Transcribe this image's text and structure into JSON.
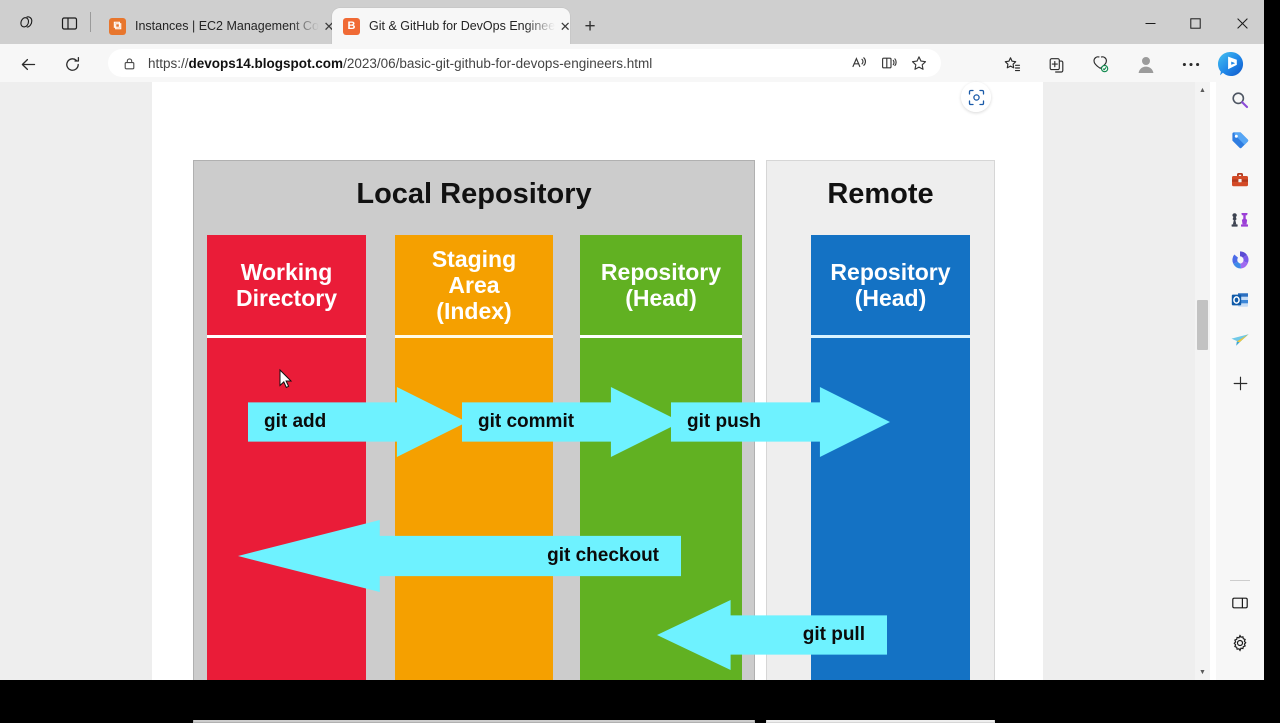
{
  "window": {
    "controls": {
      "minimize": "–",
      "maximize": "▢",
      "close": "✕"
    },
    "copilot_icon": "copilot-icon",
    "splitview_icon": "split-screen-icon"
  },
  "tabs": [
    {
      "title": "Instances | EC2 Management Co",
      "favicon_letter": "⧉",
      "favicon_name": "aws-ec2-favicon",
      "active": false,
      "close": "✕"
    },
    {
      "title": "Git & GitHub for DevOps Enginee",
      "favicon_letter": "B",
      "favicon_name": "blogger-favicon",
      "active": true,
      "close": "✕"
    }
  ],
  "newtab_label": "+",
  "nav": {
    "back_icon": "back-arrow-icon",
    "reload_icon": "reload-icon",
    "lock_icon": "lock-icon",
    "url_prefix": "https://",
    "url_domain": "devops14.blogspot.com",
    "url_path": "/2023/06/basic-git-github-for-devops-engineers.html",
    "url_full": "https://devops14.blogspot.com/2023/06/basic-git-github-for-devops-engineers.html",
    "omnibox_icons": [
      "read-aloud-icon",
      "immersive-reader-icon",
      "add-favorite-icon"
    ],
    "toolbar_icons": [
      "collections-icon",
      "browser-essentials-icon",
      "favorites-icon",
      "profile-icon",
      "settings-and-more-icon",
      "bing-copilot-icon"
    ]
  },
  "sidebar": {
    "items": [
      {
        "name": "search-icon",
        "glyph": "🔍"
      },
      {
        "name": "shopping-tag-icon",
        "glyph": "🏷"
      },
      {
        "name": "tools-briefcase-icon",
        "glyph": "🧰"
      },
      {
        "name": "games-icon",
        "glyph": "♟"
      },
      {
        "name": "microsoft-365-icon",
        "glyph": "◍"
      },
      {
        "name": "outlook-icon",
        "glyph": "✉"
      },
      {
        "name": "send-plane-icon",
        "glyph": "➤"
      },
      {
        "name": "add-sidebar-app-icon",
        "glyph": "+"
      }
    ],
    "bottom_items": [
      {
        "name": "customize-sidebar-icon",
        "glyph": "▯"
      },
      {
        "name": "sidebar-settings-icon",
        "glyph": "⚙"
      }
    ]
  },
  "scrollbar": {
    "up": "▲",
    "down": "▼"
  },
  "page": {
    "visual_search_badge": "visual-search-icon",
    "diagram": {
      "panels": [
        {
          "key": "local",
          "title": "Local Repository"
        },
        {
          "key": "remote",
          "title": "Remote"
        }
      ],
      "columns": [
        {
          "key": "working",
          "label": "Working\nDirectory",
          "color": "#ea1c38"
        },
        {
          "key": "staging",
          "label": "Staging\nArea\n(Index)",
          "color": "#f5a000"
        },
        {
          "key": "repo",
          "label": "Repository\n(Head)",
          "color": "#61b122"
        },
        {
          "key": "remote",
          "label": "Repository\n(Head)",
          "color": "#1472c4"
        }
      ],
      "arrows": [
        {
          "key": "add",
          "label": "git add",
          "direction": "right"
        },
        {
          "key": "commit",
          "label": "git commit",
          "direction": "right"
        },
        {
          "key": "push",
          "label": "git push",
          "direction": "right"
        },
        {
          "key": "checkout",
          "label": "git checkout",
          "direction": "left"
        },
        {
          "key": "pull",
          "label": "git pull",
          "direction": "left"
        }
      ],
      "arrow_color": "#6ef2ff"
    }
  },
  "colors": {
    "working_directory": "#ea1c38",
    "staging_area": "#f5a000",
    "local_repository": "#61b122",
    "remote_repository": "#1472c4",
    "arrow": "#6ef2ff",
    "local_panel_bg": "#cccccc",
    "remote_panel_bg": "#eeeeee"
  }
}
